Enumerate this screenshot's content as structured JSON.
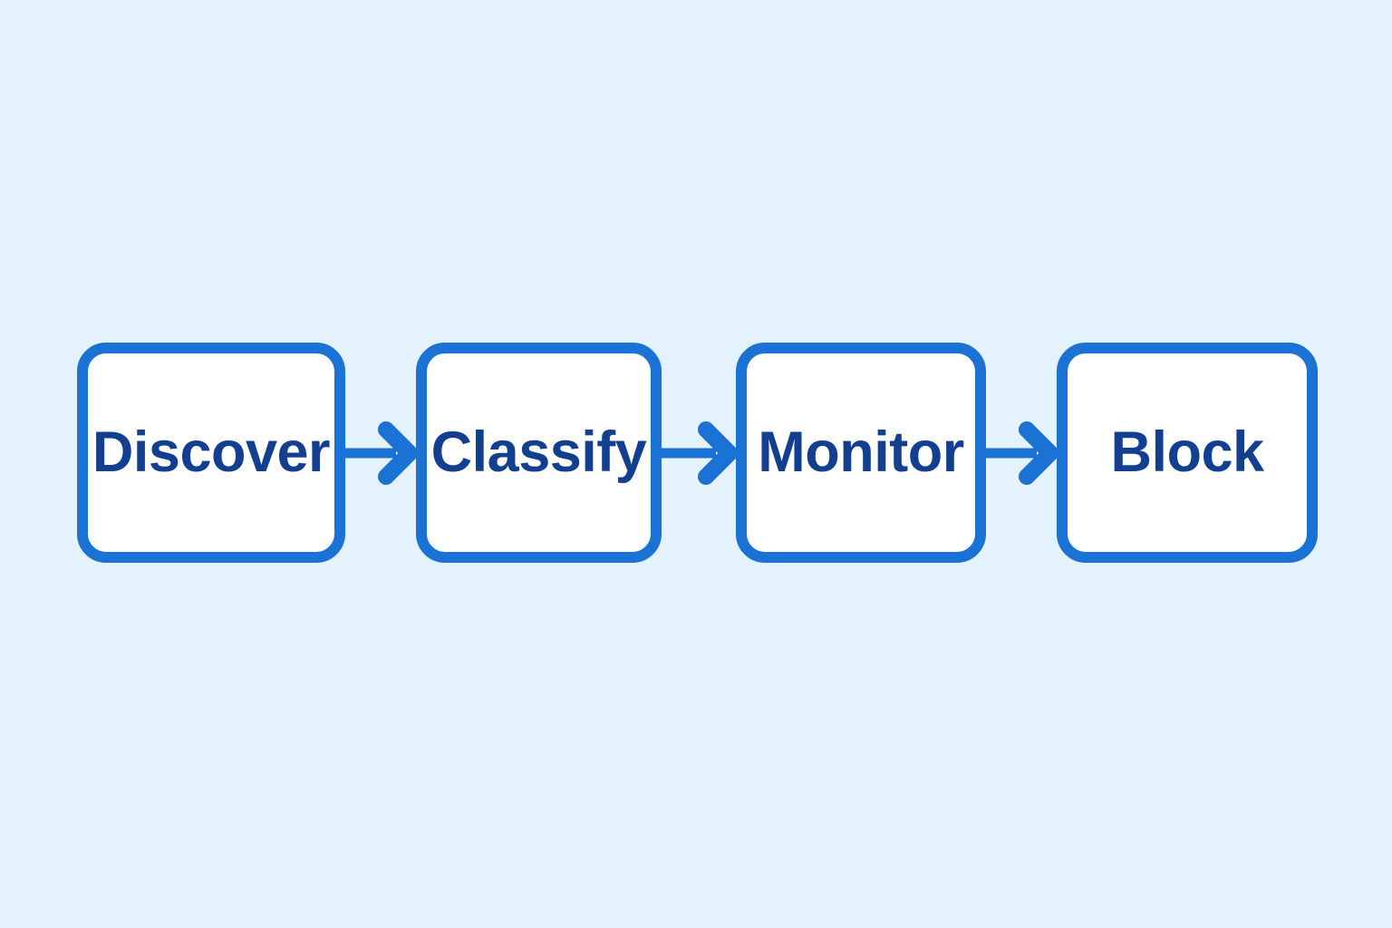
{
  "diagram": {
    "type": "linear-process-flow",
    "title": "Discover Classify Monitor Block",
    "orientation": "horizontal",
    "background_color": "#e4f2fd",
    "node_fill_color": "#ffffff",
    "node_border_color": "#1a72d4",
    "node_text_color": "#123f8f",
    "arrow_color": "#1a72d4",
    "step_count": 4,
    "steps": [
      {
        "id": "discover",
        "label": "Discover",
        "order": 1
      },
      {
        "id": "classify",
        "label": "Classify",
        "order": 2
      },
      {
        "id": "monitor",
        "label": "Monitor",
        "order": 3
      },
      {
        "id": "block",
        "label": "Block",
        "order": 4
      }
    ],
    "connectors": [
      {
        "id": "arrow-discover-classify",
        "from": "discover",
        "to": "classify",
        "glyph": "arrow-right-icon"
      },
      {
        "id": "arrow-classify-monitor",
        "from": "classify",
        "to": "monitor",
        "glyph": "arrow-right-icon"
      },
      {
        "id": "arrow-monitor-block",
        "from": "monitor",
        "to": "block",
        "glyph": "arrow-right-icon"
      }
    ]
  }
}
